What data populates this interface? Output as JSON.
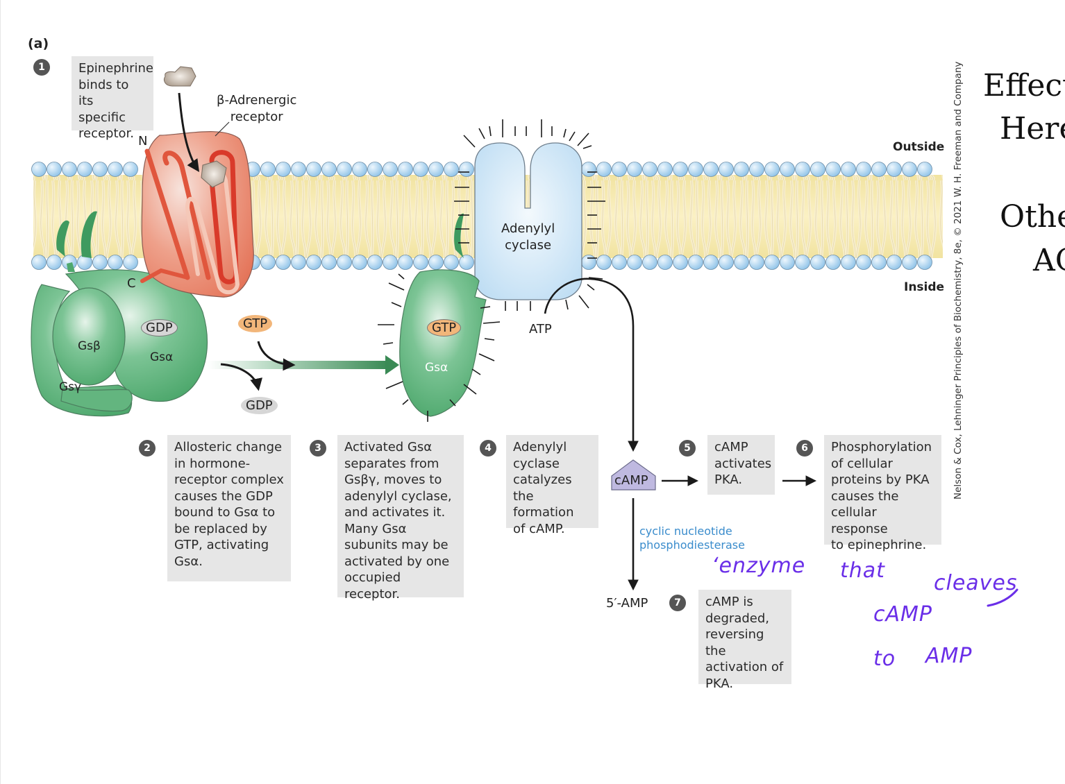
{
  "figure": {
    "panel_label": "(a)",
    "membrane": {
      "outside_label": "Outside",
      "inside_label": "Inside"
    },
    "labels": {
      "receptor": "β-Adrenergic\nreceptor",
      "n_terminus": "N",
      "c_terminus": "C",
      "adenylyl_cyclase": "Adenylyl\ncyclase",
      "gdp_bound": "GDP",
      "gtp_free": "GTP",
      "gdp_released": "GDP",
      "gtp_bound": "GTP",
      "g_beta": "Gsβ",
      "g_alpha": "Gsα",
      "g_gamma": "Gsγ",
      "g_alpha_active": "Gsα",
      "atp": "ATP",
      "camp": "cAMP",
      "amp": "5′-AMP",
      "enzyme": "cyclic nucleotide\nphosphodiesterase"
    },
    "steps": [
      {
        "number": "1",
        "text": "Epinephrine\nbinds to its\nspecific\nreceptor."
      },
      {
        "number": "2",
        "text": "Allosteric change\nin hormone-\nreceptor complex\ncauses the GDP\nbound to Gsα to\nbe replaced by\nGTP, activating\nGsα."
      },
      {
        "number": "3",
        "text": "Activated Gsα\nseparates from\nGsβγ, moves to\nadenylyl cyclase,\nand activates it.\nMany Gsα\nsubunits may be\nactivated by one\noccupied receptor."
      },
      {
        "number": "4",
        "text": "Adenylyl\ncyclase\ncatalyzes the\nformation\nof cAMP."
      },
      {
        "number": "5",
        "text": "cAMP\nactivates\nPKA."
      },
      {
        "number": "6",
        "text": "Phosphorylation\nof cellular\nproteins by PKA\ncauses the\ncellular response\nto epinephrine."
      },
      {
        "number": "7",
        "text": "cAMP is\ndegraded,\nreversing the\nactivation of\nPKA."
      }
    ],
    "credit": "Nelson & Cox, Lehninger Principles of Biochemistry, 8e, © 2021 W. H. Freeman and Company"
  },
  "slide_text": {
    "line1": "Effect",
    "line2": "Here",
    "line3": "Othe",
    "line4": "AC"
  },
  "annotations": {
    "line1_a": "‘enzyme",
    "line1_b": "that",
    "line1_c": "cleaves",
    "line2": "cAMP",
    "line3_a": "to",
    "line3_b": "AMP"
  },
  "colors": {
    "receptor": "#e8826a",
    "g_protein": "#5fb57c",
    "adenylyl_cyclase": "#cfe6f7",
    "membrane_head": "#a9d2ef",
    "membrane_core": "#f7e9a9",
    "camp": "#bfb9e0",
    "gtp": "#f2b67a",
    "gdp": "#d6d6d6",
    "step_box": "#e6e6e6",
    "enzyme_text": "#3a8ccc",
    "handwriting": "#6a2ee8"
  }
}
